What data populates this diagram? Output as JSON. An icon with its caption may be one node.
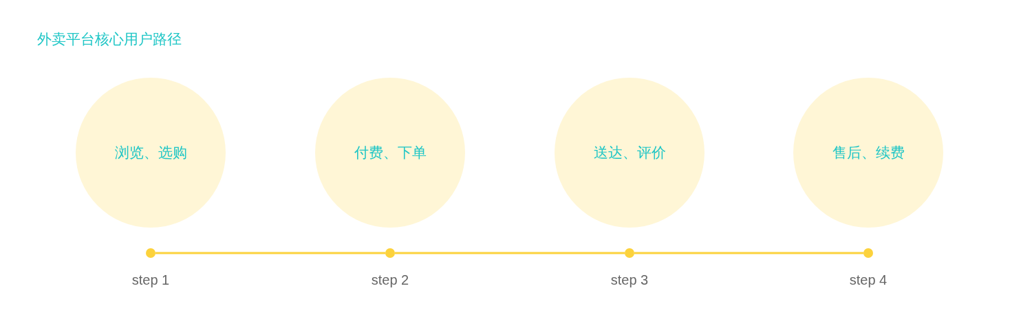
{
  "diagram": {
    "title": "外卖平台核心用户路径",
    "nodes": [
      {
        "text": [
          "浏览、选购"
        ]
      },
      {
        "text": [
          "付费、下单"
        ]
      },
      {
        "text": [
          "送达、评价"
        ]
      },
      {
        "text": [
          "售后、续费"
        ]
      },
      {
        "text": [],
        "shape": "circle",
        "beside": [
          "step 1"
        ]
      },
      {
        "text": [],
        "shape": "circle",
        "beside": [
          "step 2"
        ]
      },
      {
        "text": [],
        "shape": "circle",
        "beside": [
          "step 3"
        ]
      },
      {
        "text": [],
        "shape": "circle",
        "beside": [
          "step 4"
        ]
      }
    ],
    "edges": [
      {
        "from": 4,
        "to": 5,
        "arrow": "none"
      },
      {
        "from": 5,
        "to": 6,
        "arrow": "none"
      },
      {
        "from": 6,
        "to": 7,
        "arrow": "none"
      }
    ]
  }
}
